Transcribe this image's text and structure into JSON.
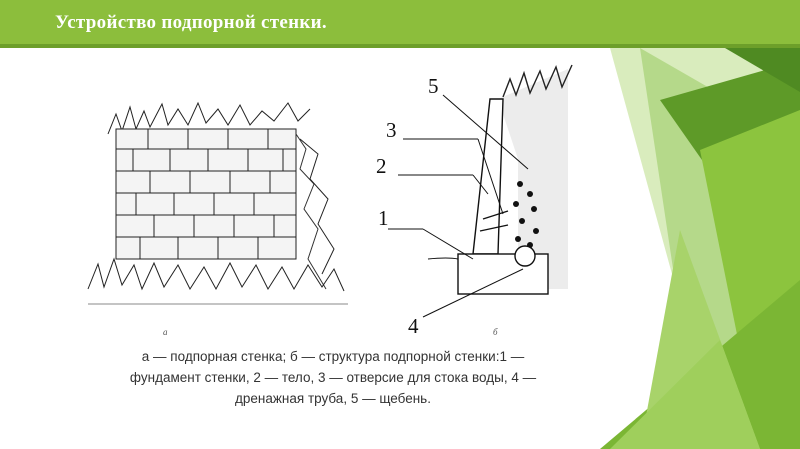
{
  "slide": {
    "title": "Устройство подпорной стенки.",
    "colors": {
      "title_bar": "#8cbe3c",
      "green_light": "#9acd4a",
      "green_mid": "#6fa82c",
      "green_dark": "#3f7a1e"
    }
  },
  "figure": {
    "panel_a_letter": "а",
    "panel_b_letter": "б",
    "labels": [
      "5",
      "3",
      "2",
      "1",
      "4"
    ]
  },
  "caption": {
    "line1": "а — подпорная стенка; б — структура подпорной стенки:1 —",
    "line2": "фундамент стенки, 2 — тело, 3 — отверсие для стока воды, 4 —",
    "line3": "дренажная труба, 5 — щебень."
  }
}
